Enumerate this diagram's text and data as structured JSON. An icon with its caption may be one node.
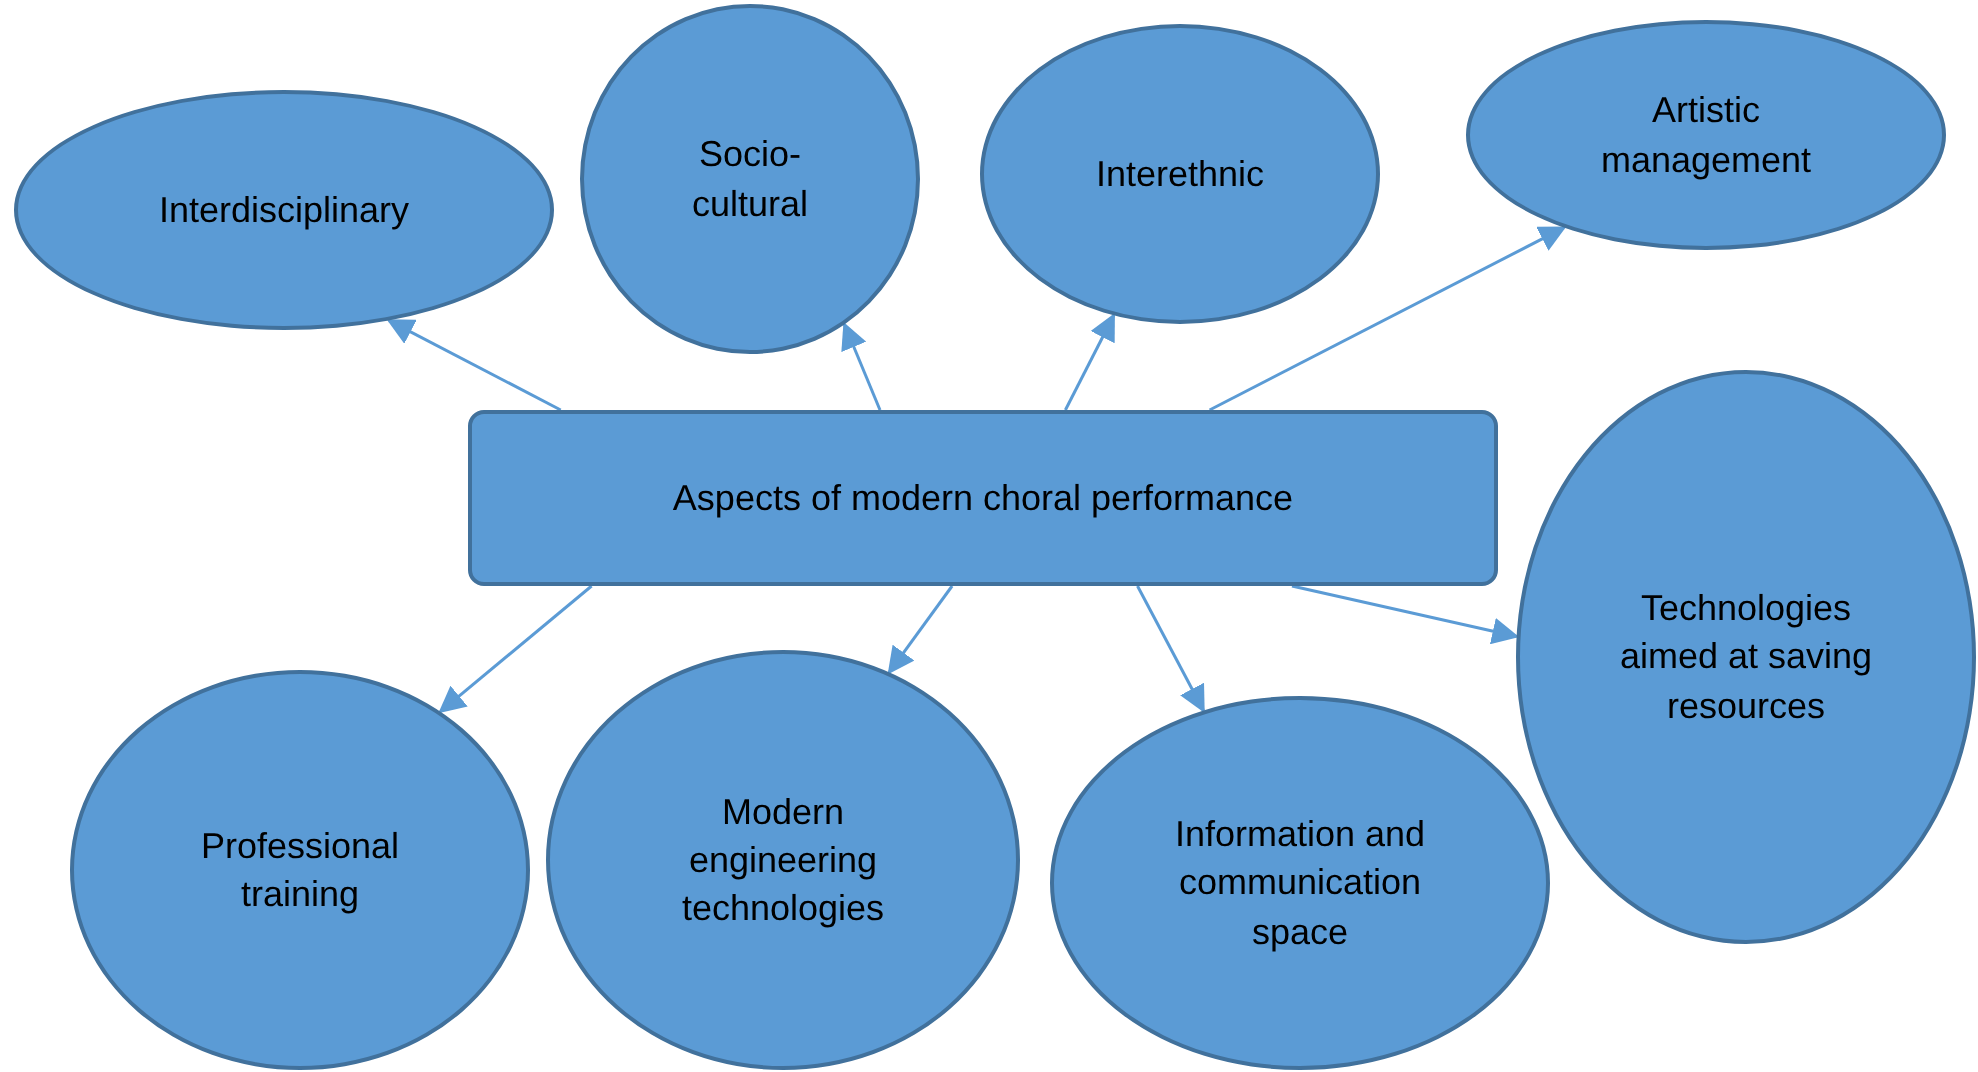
{
  "diagram": {
    "nodes": [
      {
        "text": [
          "Interdisciplinary"
        ]
      },
      {
        "text": [
          "Socio- cultural"
        ]
      },
      {
        "text": [
          "Interethnic"
        ]
      },
      {
        "text": [
          "Artistic management"
        ]
      },
      {
        "text": [
          "Aspects of modern choral performance"
        ]
      },
      {
        "text": [
          "Technologies aimed at saving resources"
        ]
      },
      {
        "text": [
          "Professional training"
        ]
      },
      {
        "text": [
          "Modern engineering technologies"
        ]
      },
      {
        "text": [
          "Information and communication space"
        ]
      }
    ],
    "edges": [
      {
        "from": 4,
        "to": 0,
        "arrow": "to"
      },
      {
        "from": 4,
        "to": 1,
        "arrow": "to"
      },
      {
        "from": 4,
        "to": 2,
        "arrow": "to"
      },
      {
        "from": 4,
        "to": 3,
        "arrow": "to"
      },
      {
        "from": 4,
        "to": 5,
        "arrow": "to"
      },
      {
        "from": 4,
        "to": 6,
        "arrow": "to"
      },
      {
        "from": 4,
        "to": 7,
        "arrow": "to"
      },
      {
        "from": 4,
        "to": 8,
        "arrow": "to"
      }
    ]
  }
}
